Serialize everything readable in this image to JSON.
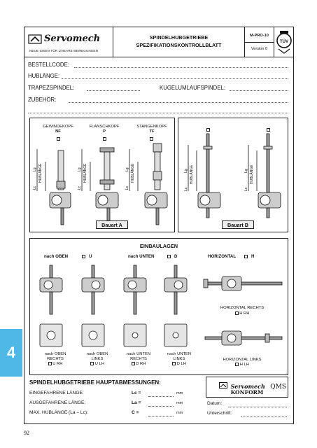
{
  "header": {
    "logo": "Servomech",
    "logo_sub": "NEUE IDEEN FÜR LINEARE BEWEGUNGEN",
    "title_line1": "SPINDELHUBGETRIEBE",
    "title_line2": "SPEZIFIKATIONSKONTROLLBLATT",
    "doc_code": "M-PRO-10",
    "version": "Version 0",
    "cert_badge": "TÜV"
  },
  "fields": {
    "bestellcode": "BESTELLCODE:",
    "hublaenge": "HUBLÄNGE:",
    "trapezspindel": "TRAPEZSPINDEL:",
    "kugelumlaufspindel": "KUGELUMLAUFSPINDEL:",
    "zubehoer": "ZUBEHÖR:"
  },
  "bauart_a": {
    "col1_l1": "GEWINDEKOPF",
    "col1_l2": "NF",
    "col2_l1": "FLANSCHKOPF",
    "col2_l2": "P",
    "col3_l1": "STANGENKOPF",
    "col3_l2": "TF",
    "lg": "Lg",
    "lc": "Lc",
    "hub": "HUBLÄNGE",
    "label": "Bauart  A"
  },
  "bauart_b": {
    "lg": "Lg",
    "lc": "Lc",
    "hub": "HUBLÄNGE",
    "label": "Bauart  B"
  },
  "einbaulagen": {
    "title": "EINBAULAGEN",
    "oben": "nach  OBEN",
    "oben_code": "U",
    "unten": "nach  UNTEN",
    "unten_code": "D",
    "horizontal": "HORIZONTAL",
    "horizontal_code": "H",
    "oben_rechts_l1": "nach OBEN",
    "oben_rechts_l2": "RECHTS",
    "oben_rechts_code": "U RH",
    "oben_links_l1": "nach OBEN",
    "oben_links_l2": "LINKS",
    "oben_links_code": "U LH",
    "unten_rechts_l1": "nach UNTEN",
    "unten_rechts_l2": "RECHTS",
    "unten_rechts_code": "D RH",
    "unten_links_l1": "nach UNTEN",
    "unten_links_l2": "LINKS",
    "unten_links_code": "D LH",
    "hor_rechts": "HORIZONTAL  RECHTS",
    "hor_rechts_code": "H RH",
    "hor_links": "HORIZONTAL  LINKS",
    "hor_links_code": "H LH"
  },
  "dimensions": {
    "title": "SPINDELHUBGETRIEBE HAUPTABMESSUNGEN:",
    "row1": "EINGEFAHRENE LÄNGE:",
    "row1_sym": "Lc =",
    "row2": "AUSGEFAHRENE LÄNGE:",
    "row2_sym": "La =",
    "row3": "MAX. HUBLÄNGE (La – Lc):",
    "row3_sym": "C  =",
    "unit": "mm"
  },
  "qms": {
    "logo": "Servomech",
    "qms": "QMS",
    "konform": "KONFORM",
    "datum": "Datum:",
    "unterschrift": "Unterschrift:"
  },
  "side_tab": "4",
  "page_number": "92"
}
